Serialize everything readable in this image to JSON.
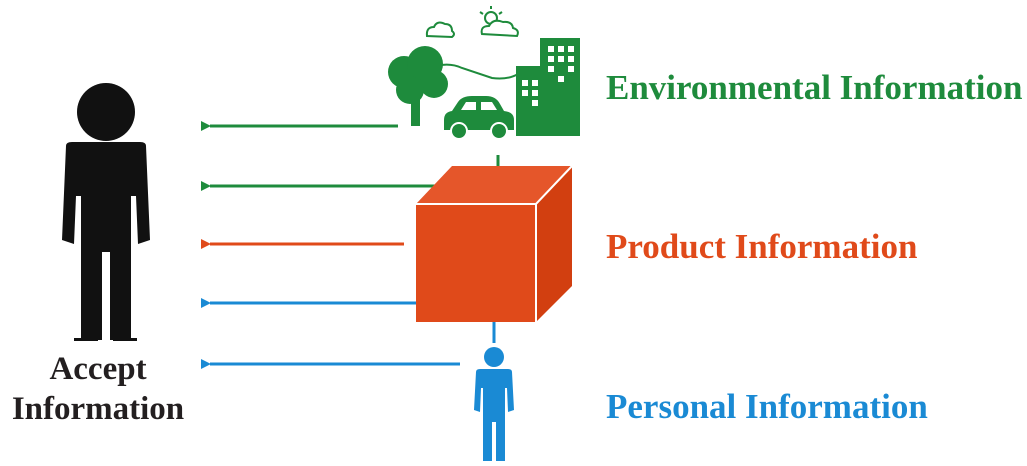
{
  "colors": {
    "environment": "#1e8b3c",
    "product": "#e04a1a",
    "personal": "#1a8ad4",
    "person": "#111111"
  },
  "icons": {
    "receiver": "person-icon",
    "environment": "city-landscape-icon",
    "product": "box-icon",
    "personal": "small-person-icon"
  },
  "labels": {
    "environment": "Environmental Information",
    "product": "Product Information",
    "personal": "Personal Information",
    "accept_line1": "Accept",
    "accept_line2": "Information"
  }
}
